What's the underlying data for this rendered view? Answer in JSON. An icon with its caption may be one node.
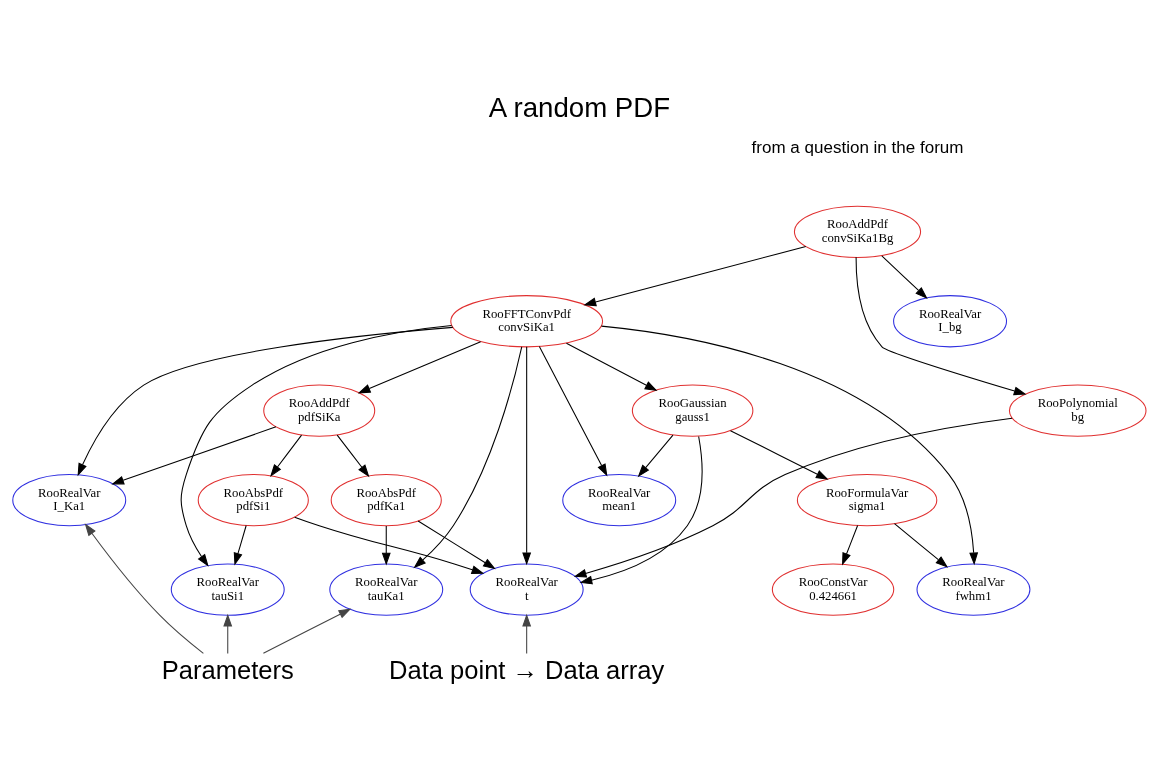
{
  "diagram": {
    "title": "A random PDF",
    "nodes": [
      {
        "text": [
          "RooAddPdf",
          "convSiKa1Bg"
        ]
      },
      {
        "text": [
          "RooFFTConvPdf",
          "convSiKa1"
        ]
      },
      {
        "text": [
          "RooRealVar",
          "I_bg"
        ]
      },
      {
        "text": [
          "RooAddPdf",
          "pdfSiKa"
        ]
      },
      {
        "text": [
          "RooGaussian",
          "gauss1"
        ]
      },
      {
        "text": [
          "RooPolynomial",
          "bg"
        ]
      },
      {
        "text": [
          "RooRealVar",
          "I_Ka1"
        ]
      },
      {
        "text": [
          "RooAbsPdf",
          "pdfKa1"
        ]
      },
      {
        "text": [
          "RooAbsPdf",
          "pdfSi1"
        ]
      },
      {
        "text": [
          "RooRealVar",
          "mean1"
        ]
      },
      {
        "text": [
          "RooFormulaVar",
          "sigma1"
        ]
      },
      {
        "text": [
          "RooRealVar",
          "tauKa1"
        ]
      },
      {
        "text": [
          "RooRealVar",
          "tauSi1"
        ]
      },
      {
        "text": [
          "RooRealVar",
          "t"
        ]
      },
      {
        "text": [
          "RooConstVar",
          "0.424661"
        ]
      },
      {
        "text": [
          "RooRealVar",
          "fwhm1"
        ]
      },
      {
        "text": [
          "Parameters"
        ]
      },
      {
        "text": [
          "Data point → Data array"
        ]
      }
    ],
    "edges": [
      {
        "from": 0,
        "to": 1,
        "arrow": "to"
      },
      {
        "from": 0,
        "to": 2,
        "arrow": "to"
      },
      {
        "from": 0,
        "to": 5,
        "arrow": "to"
      },
      {
        "from": 1,
        "to": 3,
        "arrow": "to"
      },
      {
        "from": 1,
        "to": 4,
        "arrow": "to"
      },
      {
        "from": 1,
        "to": 6,
        "arrow": "to"
      },
      {
        "from": 1,
        "to": 9,
        "arrow": "to"
      },
      {
        "from": 1,
        "to": 13,
        "arrow": "to"
      },
      {
        "from": 1,
        "to": 11,
        "arrow": "to"
      },
      {
        "from": 1,
        "to": 12,
        "arrow": "to"
      },
      {
        "from": 1,
        "to": 15,
        "arrow": "to"
      },
      {
        "from": 3,
        "to": 6,
        "arrow": "to"
      },
      {
        "from": 3,
        "to": 7,
        "arrow": "to"
      },
      {
        "from": 3,
        "to": 8,
        "arrow": "to"
      },
      {
        "from": 4,
        "to": 9,
        "arrow": "to"
      },
      {
        "from": 4,
        "to": 10,
        "arrow": "to"
      },
      {
        "from": 4,
        "to": 13,
        "arrow": "to"
      },
      {
        "from": 5,
        "to": 13,
        "arrow": "to"
      },
      {
        "from": 7,
        "to": 11,
        "arrow": "to"
      },
      {
        "from": 7,
        "to": 13,
        "arrow": "to"
      },
      {
        "from": 8,
        "to": 12,
        "arrow": "to"
      },
      {
        "from": 8,
        "to": 13,
        "arrow": "to"
      },
      {
        "from": 10,
        "to": 14,
        "arrow": "to"
      },
      {
        "from": 10,
        "to": 15,
        "arrow": "to"
      },
      {
        "from": 16,
        "to": 6,
        "arrow": "to",
        "color": "#444444"
      },
      {
        "from": 16,
        "to": 11,
        "arrow": "to",
        "color": "#444444"
      },
      {
        "from": 16,
        "to": 12,
        "arrow": "to",
        "color": "#444444"
      },
      {
        "from": 17,
        "to": 13,
        "arrow": "to",
        "color": "#444444"
      }
    ],
    "labels": [
      "from a question in the forum"
    ]
  }
}
